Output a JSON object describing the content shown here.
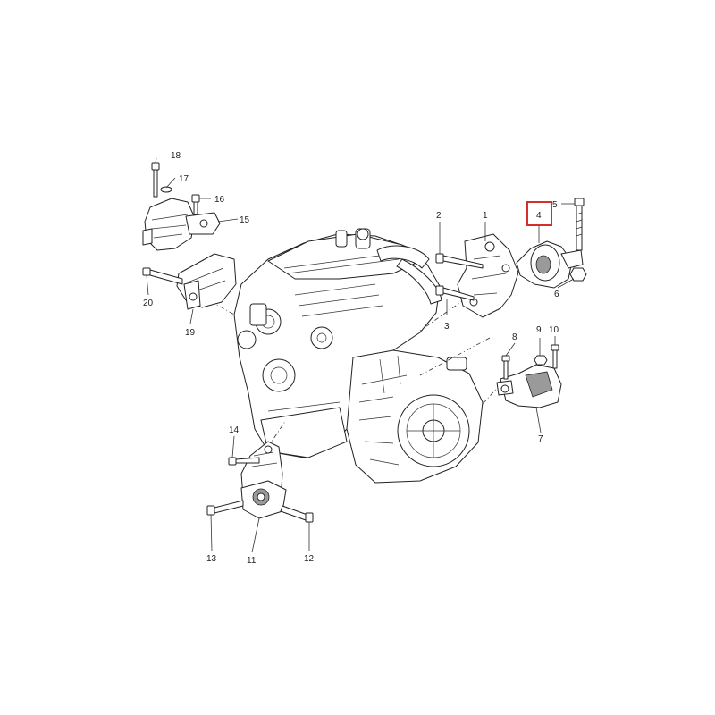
{
  "diagram": {
    "callouts": [
      {
        "id": "c1",
        "label": "1"
      },
      {
        "id": "c2",
        "label": "2"
      },
      {
        "id": "c3",
        "label": "3"
      },
      {
        "id": "c4",
        "label": "4",
        "highlighted": true
      },
      {
        "id": "c5",
        "label": "5"
      },
      {
        "id": "c6",
        "label": "6"
      },
      {
        "id": "c7",
        "label": "7"
      },
      {
        "id": "c8",
        "label": "8"
      },
      {
        "id": "c9",
        "label": "9"
      },
      {
        "id": "c10",
        "label": "10"
      },
      {
        "id": "c11",
        "label": "11"
      },
      {
        "id": "c12",
        "label": "12"
      },
      {
        "id": "c13",
        "label": "13"
      },
      {
        "id": "c14",
        "label": "14"
      },
      {
        "id": "c15",
        "label": "15"
      },
      {
        "id": "c16",
        "label": "16"
      },
      {
        "id": "c17",
        "label": "17"
      },
      {
        "id": "c18",
        "label": "18"
      },
      {
        "id": "c19",
        "label": "19"
      },
      {
        "id": "c20",
        "label": "20"
      }
    ],
    "colors": {
      "highlight": "#d32f2f",
      "line": "#222222",
      "background": "#ffffff"
    }
  }
}
